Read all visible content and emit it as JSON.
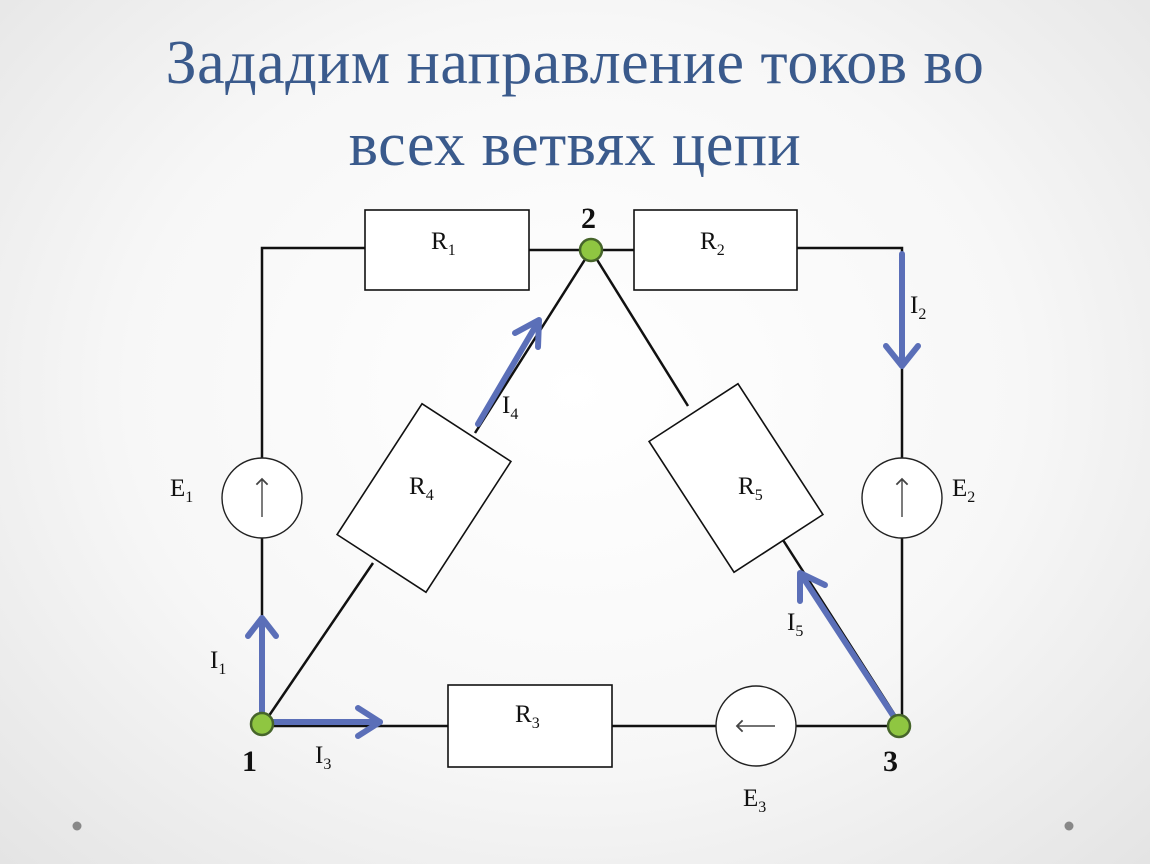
{
  "title": {
    "line1": "Зададим направление токов во",
    "line2": "всех ветвях цепи"
  },
  "resistors": {
    "r1": {
      "main": "R",
      "sub": "1"
    },
    "r2": {
      "main": "R",
      "sub": "2"
    },
    "r3": {
      "main": "R",
      "sub": "3"
    },
    "r4": {
      "main": "R",
      "sub": "4"
    },
    "r5": {
      "main": "R",
      "sub": "5"
    }
  },
  "sources": {
    "e1": {
      "main": "E",
      "sub": "1"
    },
    "e2": {
      "main": "E",
      "sub": "2"
    },
    "e3": {
      "main": "E",
      "sub": "3"
    }
  },
  "currents": {
    "i1": {
      "main": "I",
      "sub": "1"
    },
    "i2": {
      "main": "I",
      "sub": "2"
    },
    "i3": {
      "main": "I",
      "sub": "3"
    },
    "i4": {
      "main": "I",
      "sub": "4"
    },
    "i5": {
      "main": "I",
      "sub": "5"
    }
  },
  "nodes": {
    "n1": "1",
    "n2": "2",
    "n3": "3"
  },
  "colors": {
    "title": "#3a5a8c",
    "current_arrow": "#5b6fb8",
    "node_fill": "#8fc641"
  }
}
